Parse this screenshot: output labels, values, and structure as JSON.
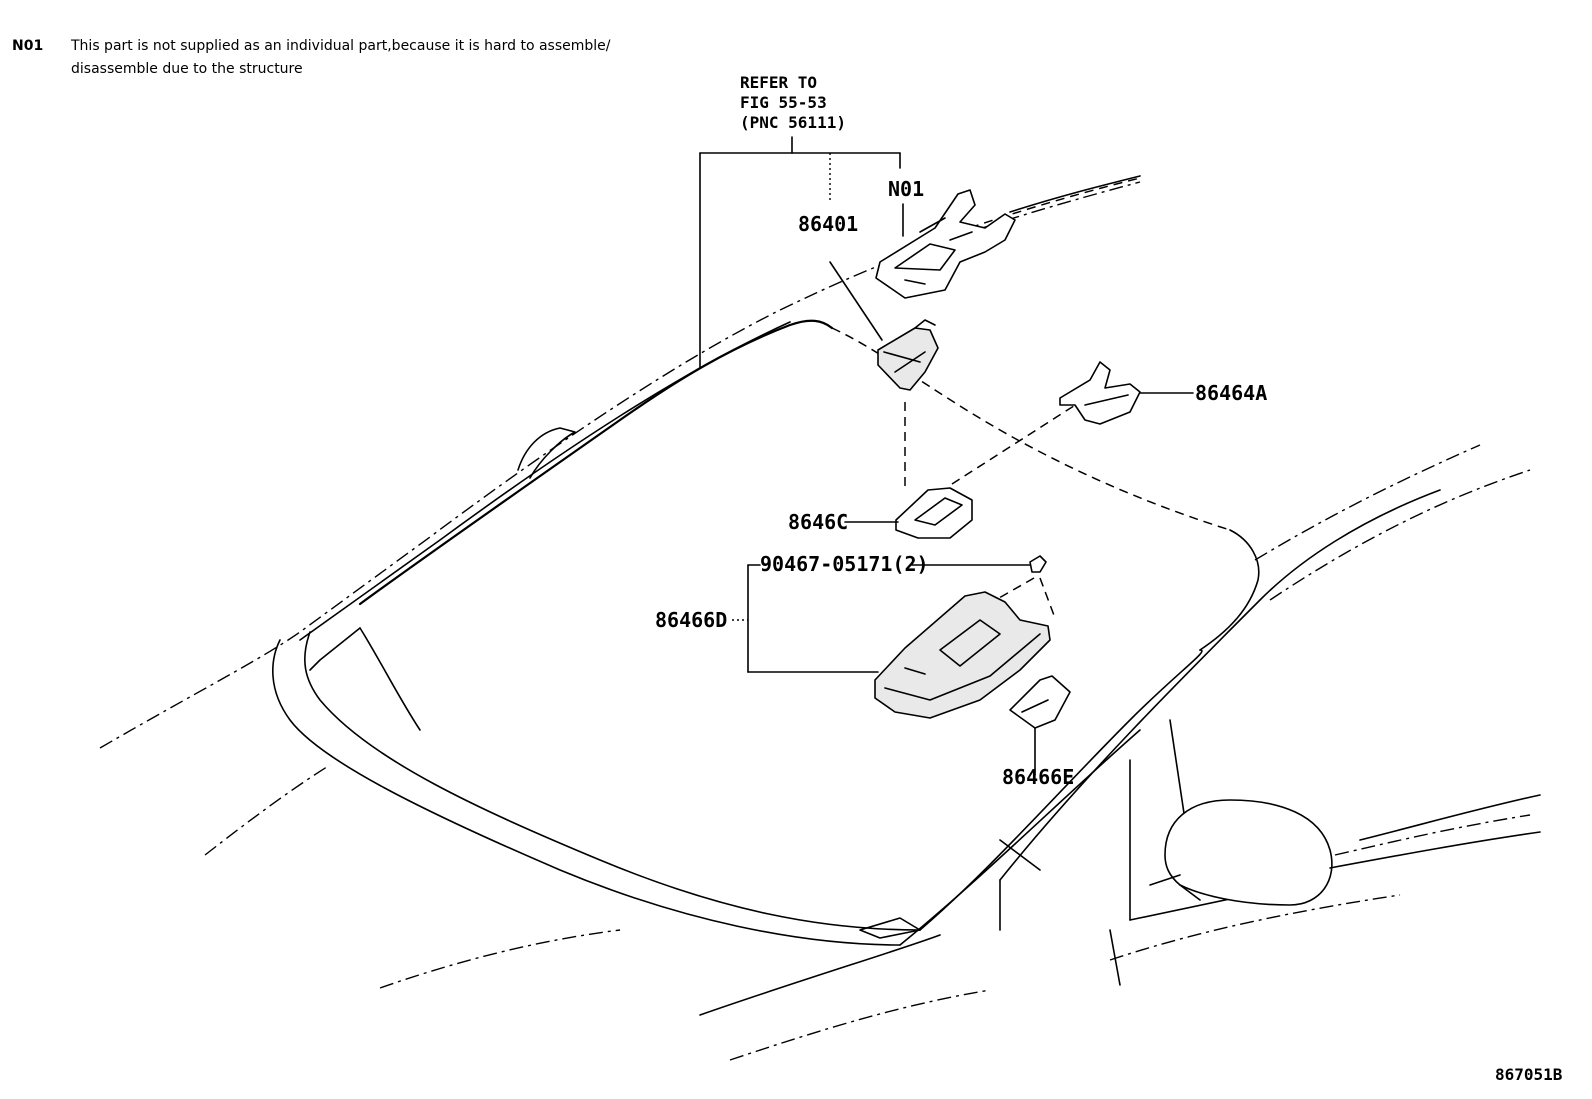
{
  "note": {
    "code": "N01",
    "line1": "This part is not supplied as an individual part,because it is hard to assemble/",
    "line2": "disassemble due to the structure"
  },
  "refer": {
    "line1": "REFER TO",
    "line2": "FIG 55-53",
    "line3": "(PNC 56111)"
  },
  "labels": {
    "n01": "N01",
    "p86401": "86401",
    "p86464A": "86464A",
    "p8646C": "8646C",
    "p90467": "90467-05171(2)",
    "p86466D": "86466D",
    "p86466E": "86466E"
  },
  "figure_id": "867051B"
}
